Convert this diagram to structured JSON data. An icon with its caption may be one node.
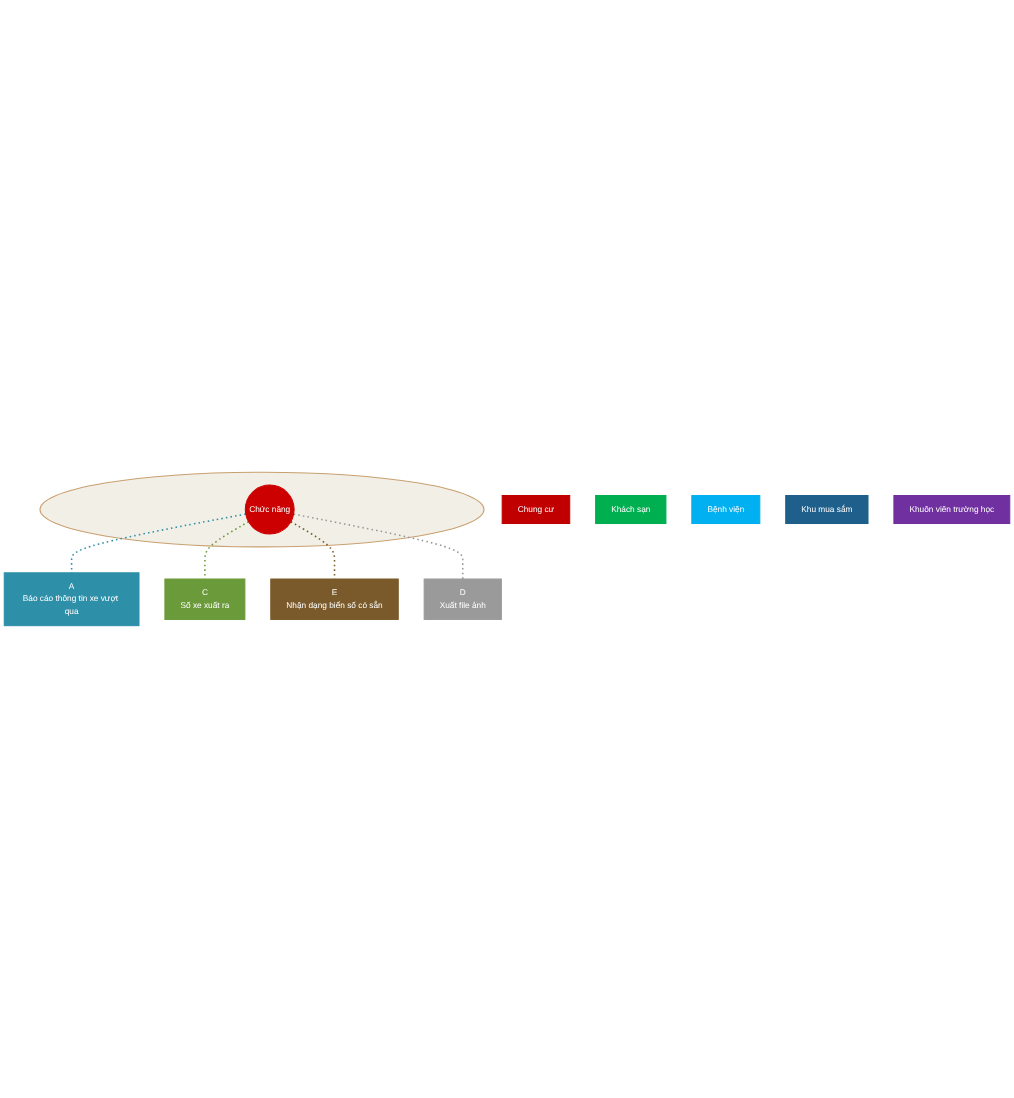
{
  "diagram": {
    "nodes": [
      {
        "text": [],
        "shape": "circle"
      },
      {
        "text": [
          "Chức năng"
        ],
        "in": 0
      },
      {
        "text": [
          "A",
          "Báo cáo thông tin xe vượt qua"
        ]
      },
      {
        "text": [
          "C",
          "Số xe xuất ra"
        ]
      },
      {
        "text": [
          "E",
          "Nhận dạng biển số có sẵn"
        ]
      },
      {
        "text": [
          "D",
          "Xuất file ảnh"
        ]
      },
      {
        "text": [
          "Chung cư"
        ]
      },
      {
        "text": [
          "Khách sạn"
        ]
      },
      {
        "text": [
          "Bệnh viện"
        ]
      },
      {
        "text": [
          "Khu mua sắm"
        ]
      },
      {
        "text": [
          "Khuôn viên trường học"
        ]
      }
    ],
    "edges": [
      {
        "from": 1,
        "to": 2,
        "arrow": "none",
        "style": "dashed",
        "color": "#2e8fa8"
      },
      {
        "from": 1,
        "to": 3,
        "arrow": "none",
        "style": "dashed",
        "color": "#6a9a3a"
      },
      {
        "from": 1,
        "to": 4,
        "arrow": "none",
        "style": "dashed",
        "color": "#7a5a2a"
      },
      {
        "from": 1,
        "to": 5,
        "arrow": "none",
        "style": "dashed",
        "color": "#999999"
      }
    ]
  }
}
